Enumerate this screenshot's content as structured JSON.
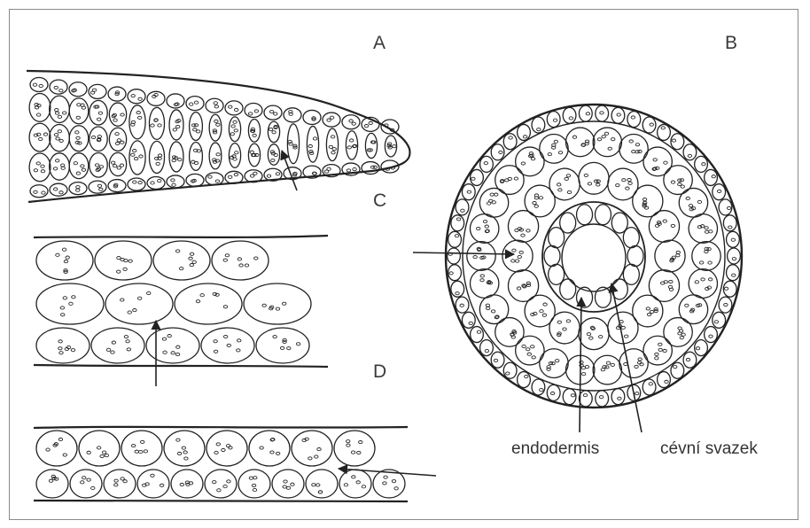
{
  "panels": {
    "a": {
      "label": "A"
    },
    "b": {
      "label": "B"
    },
    "c": {
      "label": "C"
    },
    "d": {
      "label": "D"
    }
  },
  "captions": {
    "endodermis": "endodermis",
    "vascular_bundle": "cévní svazek"
  },
  "colors": {
    "ink": "#222222",
    "frame": "#8a8a8a",
    "background": "#ffffff"
  }
}
